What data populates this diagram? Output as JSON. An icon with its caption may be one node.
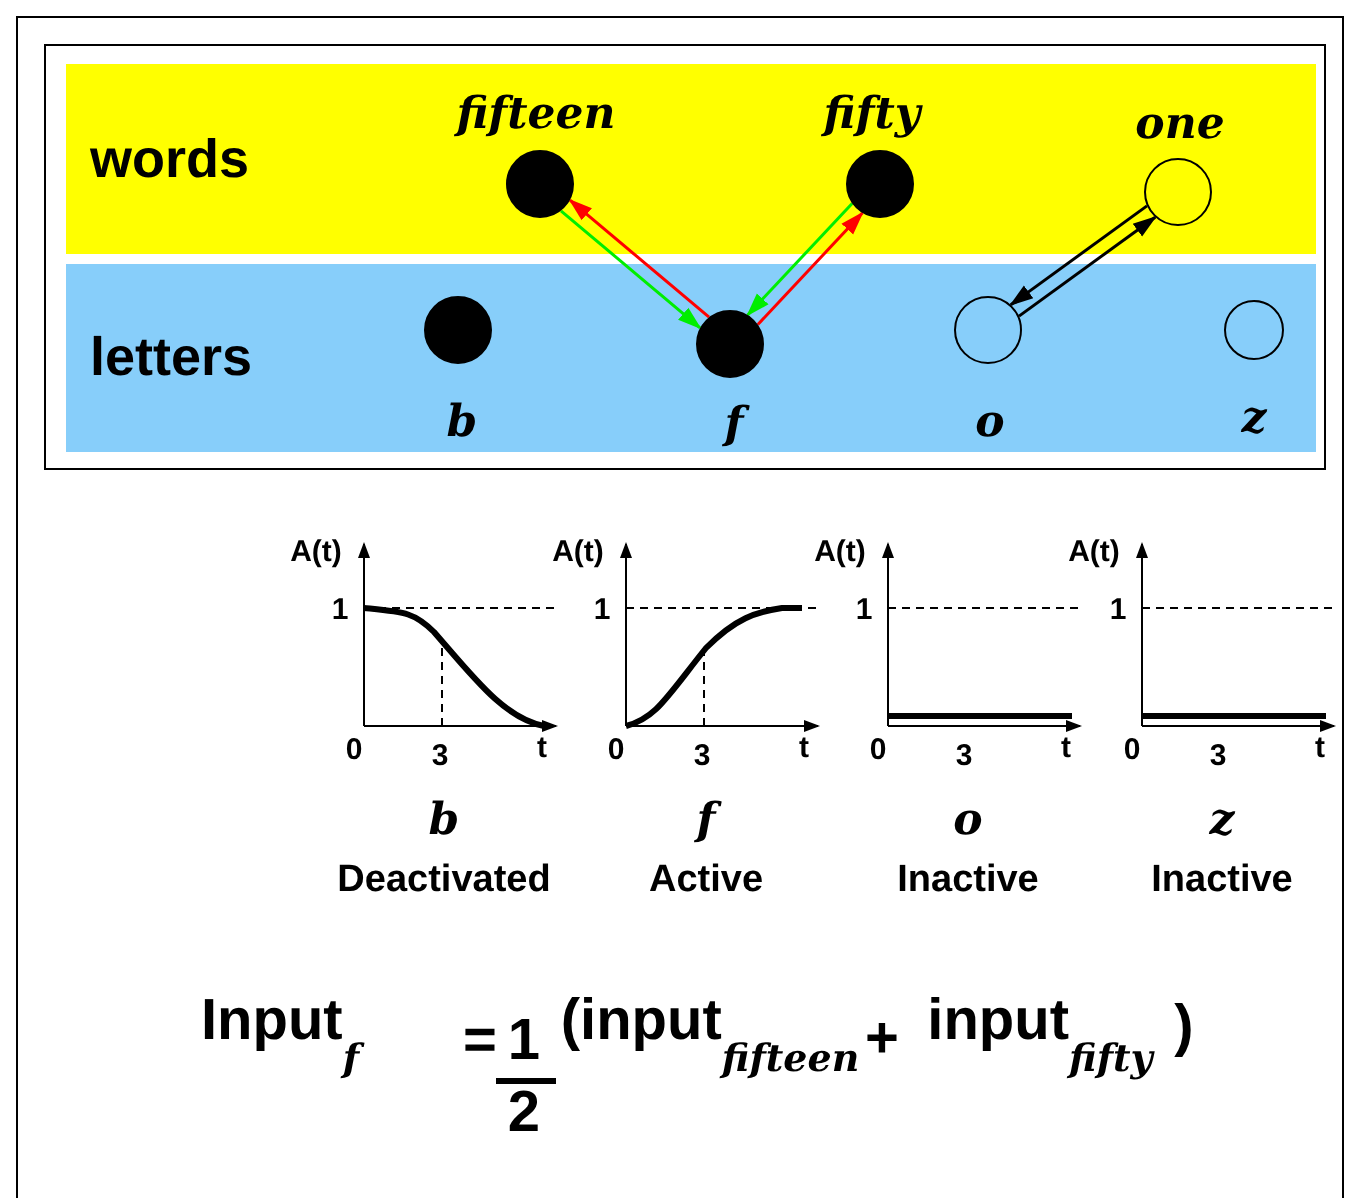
{
  "diagram": {
    "nodes": [
      {
        "text": [
          "words"
        ]
      },
      {
        "text": [
          "letters"
        ]
      },
      {
        "text": [],
        "shape": "circle",
        "in": 0,
        "beside": [
          "fifteen"
        ]
      },
      {
        "text": [],
        "shape": "circle",
        "in": 0,
        "beside": [
          "fifty"
        ]
      },
      {
        "text": [],
        "shape": "circle",
        "in": 0,
        "beside": [
          "one"
        ]
      },
      {
        "text": [],
        "shape": "circle",
        "in": 1,
        "beside": [
          "b"
        ]
      },
      {
        "text": [],
        "shape": "circle",
        "in": 1,
        "beside": [
          "f"
        ]
      },
      {
        "text": [],
        "shape": "circle",
        "in": 1,
        "beside": [
          "o"
        ]
      },
      {
        "text": [],
        "shape": "circle",
        "in": 1,
        "beside": [
          "z"
        ]
      }
    ],
    "edges": [
      {
        "from": 6,
        "to": 2,
        "arrow": "to",
        "color": "#ff0000"
      },
      {
        "from": 2,
        "to": 6,
        "arrow": "to",
        "color": "#00ee00"
      },
      {
        "from": 6,
        "to": 3,
        "arrow": "to",
        "color": "#ff0000"
      },
      {
        "from": 3,
        "to": 6,
        "arrow": "to",
        "color": "#00ee00"
      },
      {
        "from": 7,
        "to": 4,
        "arrow": "to",
        "color": "#000000"
      },
      {
        "from": 4,
        "to": 7,
        "arrow": "to",
        "color": "#000000"
      }
    ],
    "labels": [
      "A(t)",
      "1",
      "0",
      "3",
      "t",
      "b",
      "Deactivated",
      "A(t)",
      "1",
      "0",
      "3",
      "t",
      "f",
      "Active",
      "A(t)",
      "1",
      "0",
      "3",
      "t",
      "o",
      "Inactive",
      "A(t)",
      "1",
      "0",
      "3",
      "t",
      "z",
      "Inactive",
      "Input$_{f}$",
      "=",
      "1",
      "2",
      "(input$_{fifteen}$",
      "+",
      "input$_{fifty}$",
      ")"
    ]
  }
}
